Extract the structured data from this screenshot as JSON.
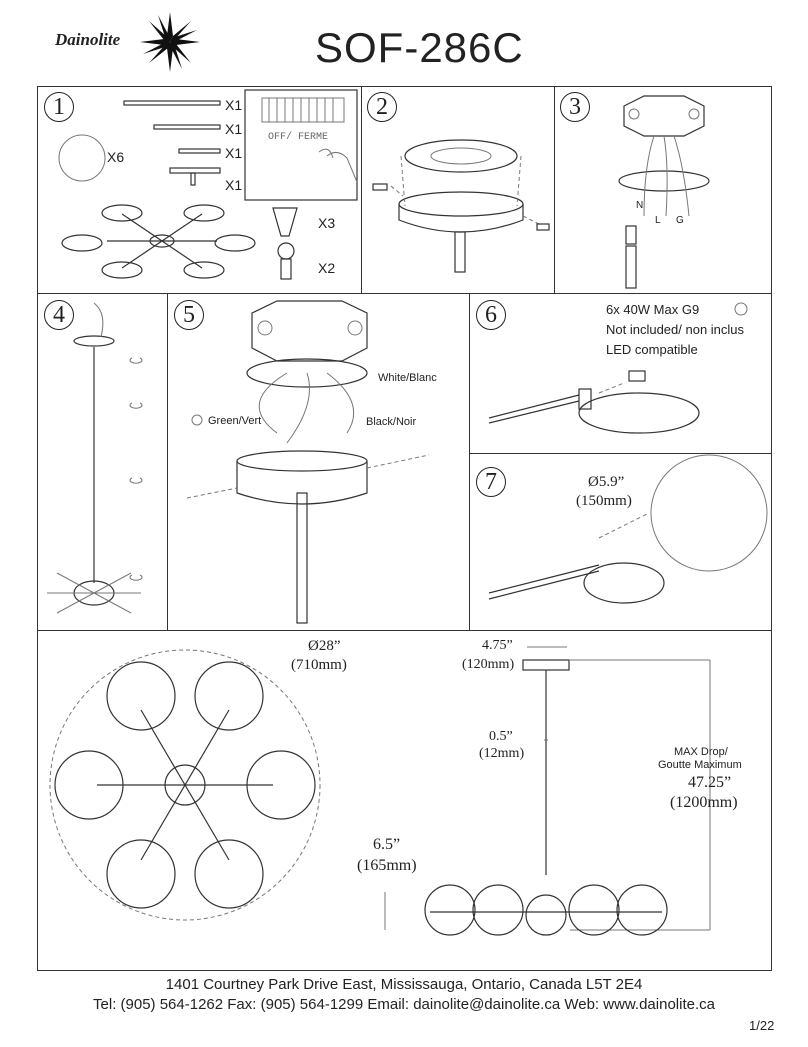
{
  "header": {
    "brand": "Dainolite",
    "model": "SOF-286C"
  },
  "step_numbers": [
    "1",
    "2",
    "3",
    "4",
    "5",
    "6",
    "7"
  ],
  "step1": {
    "qty_x6": "X6",
    "qty_x1": "X1",
    "qty_x3": "X3",
    "qty_x2": "X2",
    "switch_label": "OFF/ FERME"
  },
  "step5": {
    "white": "White/Blanc",
    "black": "Black/Noir",
    "green": "Green/Vert"
  },
  "step3": {
    "n": "N",
    "l": "L",
    "g": "G"
  },
  "step6": {
    "line1": "6x 40W Max G9",
    "line2": "Not included/ non inclus",
    "line3": "LED compatible"
  },
  "step7": {
    "dia_in": "Ø5.9”",
    "dia_mm": "(150mm)"
  },
  "dimensions": {
    "overall_in": "Ø28”",
    "overall_mm": "(710mm)",
    "canopy_in": "4.75”",
    "canopy_mm": "(120mm)",
    "rod_in": "0.5”",
    "rod_mm": "(12mm)",
    "maxdrop_label1": "MAX Drop/",
    "maxdrop_label2": "Goutte Maximum",
    "maxdrop_in": "47.25”",
    "maxdrop_mm": "(1200mm)",
    "height_in": "6.5”",
    "height_mm": "(165mm)"
  },
  "footer": {
    "address": "1401 Courtney Park Drive East, Mississauga, Ontario, Canada L5T 2E4",
    "contact": "Tel: (905) 564-1262 Fax: (905) 564-1299 Email: dainolite@dainolite.ca Web: www.dainolite.ca",
    "page": "1/22"
  }
}
